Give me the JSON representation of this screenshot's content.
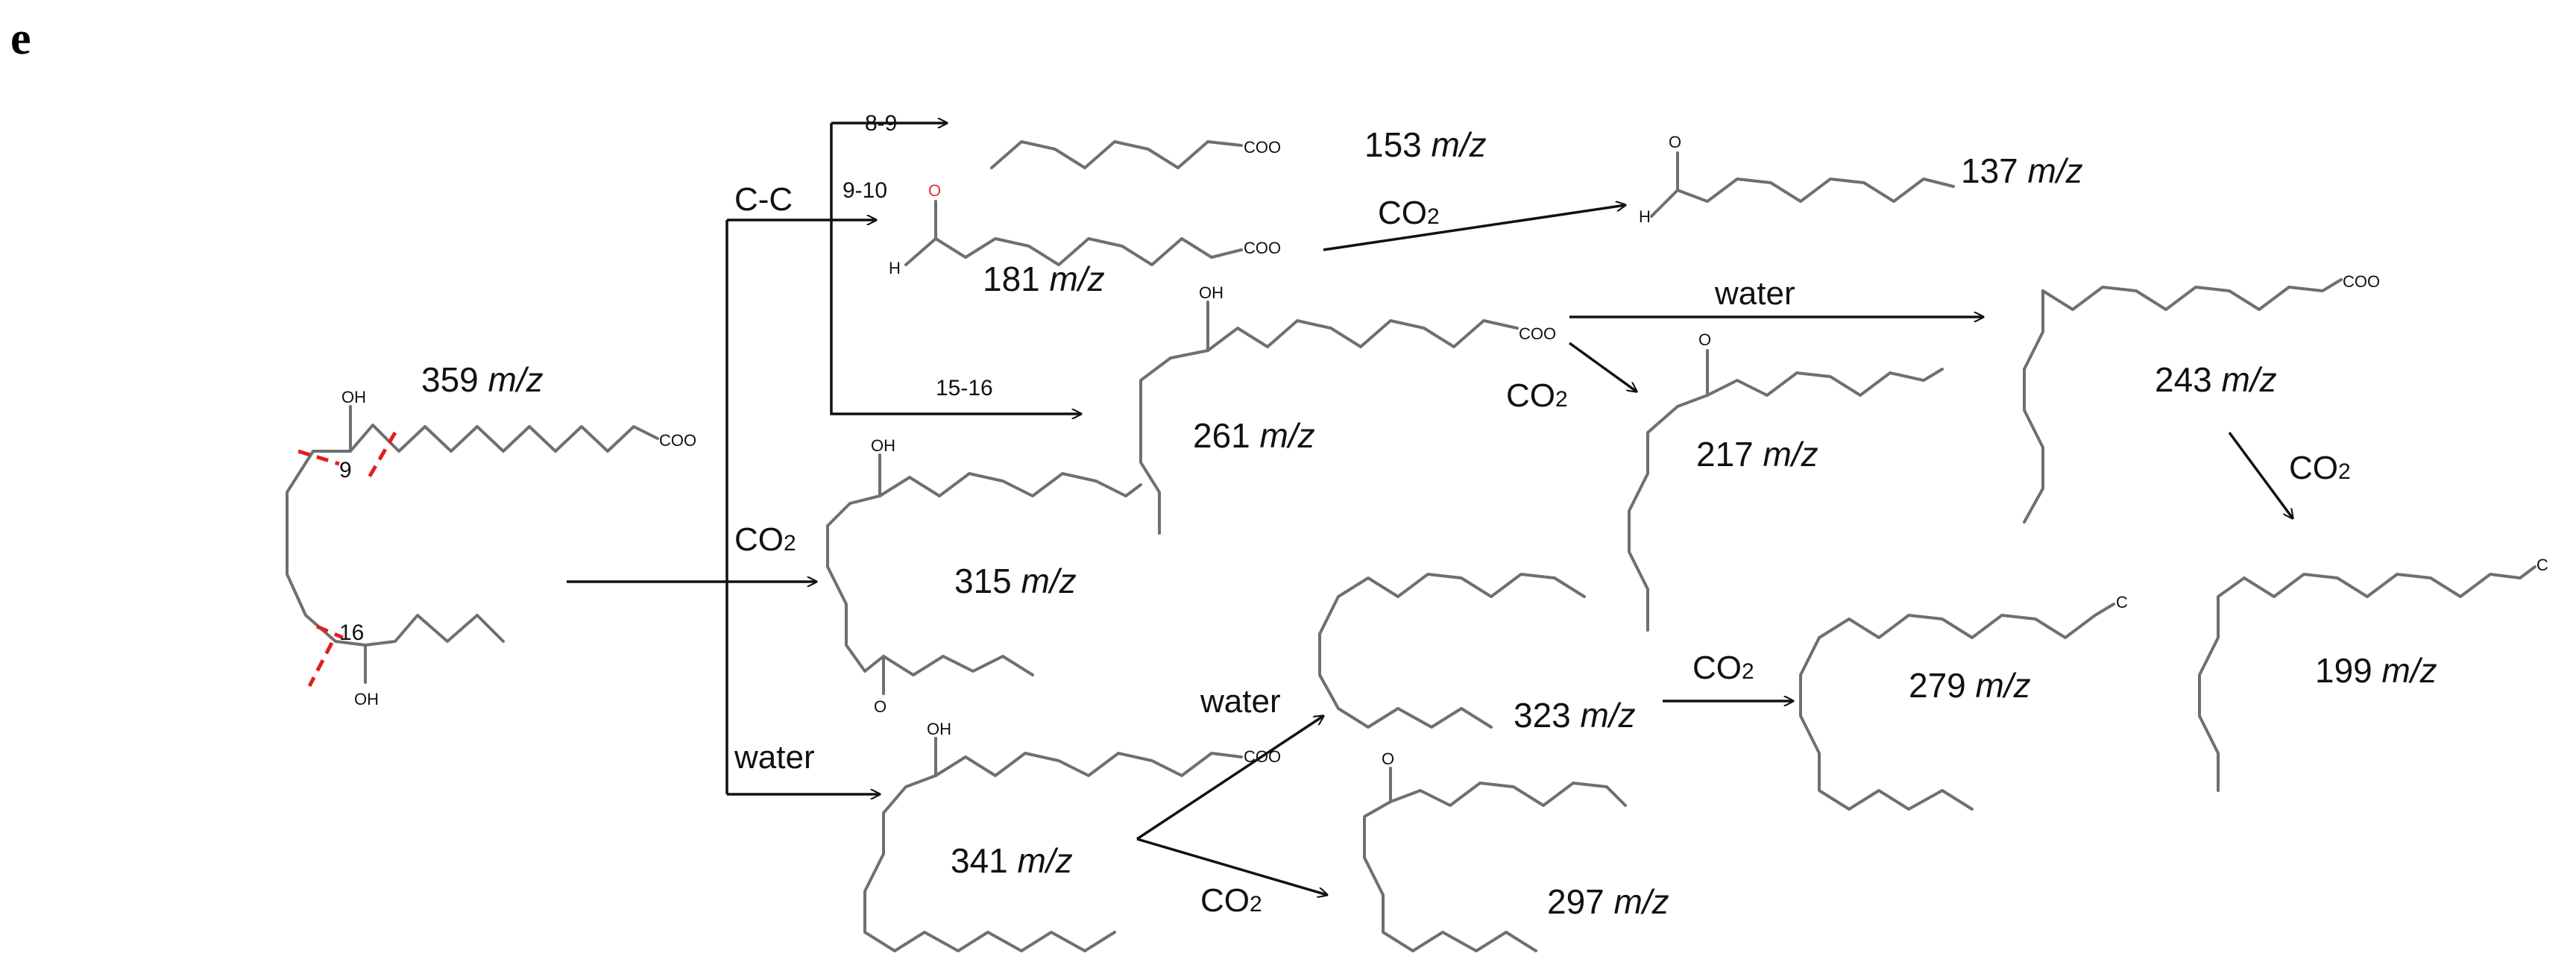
{
  "panel_letter": "e",
  "parent": {
    "mz": "359",
    "oh_top": "OH",
    "oh_bottom": "OH",
    "cut_9": "9",
    "cut_16": "16",
    "carboxylate": "COO"
  },
  "branches": {
    "cc": "C-C",
    "co2": "CO",
    "water": "water"
  },
  "cleavage": {
    "c8_9": "8-9",
    "c9_10": "9-10",
    "c15_16": "15-16"
  },
  "fragments": [
    {
      "id": "f153",
      "mz": "153"
    },
    {
      "id": "f181",
      "mz": "181"
    },
    {
      "id": "f137",
      "mz": "137"
    },
    {
      "id": "f261",
      "mz": "261"
    },
    {
      "id": "f217",
      "mz": "217"
    },
    {
      "id": "f243",
      "mz": "243"
    },
    {
      "id": "f199",
      "mz": "199"
    },
    {
      "id": "f315",
      "mz": "315"
    },
    {
      "id": "f341",
      "mz": "341"
    },
    {
      "id": "f323",
      "mz": "323"
    },
    {
      "id": "f297",
      "mz": "297"
    },
    {
      "id": "f279",
      "mz": "279"
    }
  ],
  "unit": "m/z",
  "losses": {
    "co2": "CO",
    "co2_sub": "2",
    "water": "water"
  },
  "atoms": {
    "oh": "OH",
    "o_minus": "O",
    "h": "H",
    "o": "O",
    "coo": "COO",
    "c_minus": "C",
    "charge": "-"
  }
}
